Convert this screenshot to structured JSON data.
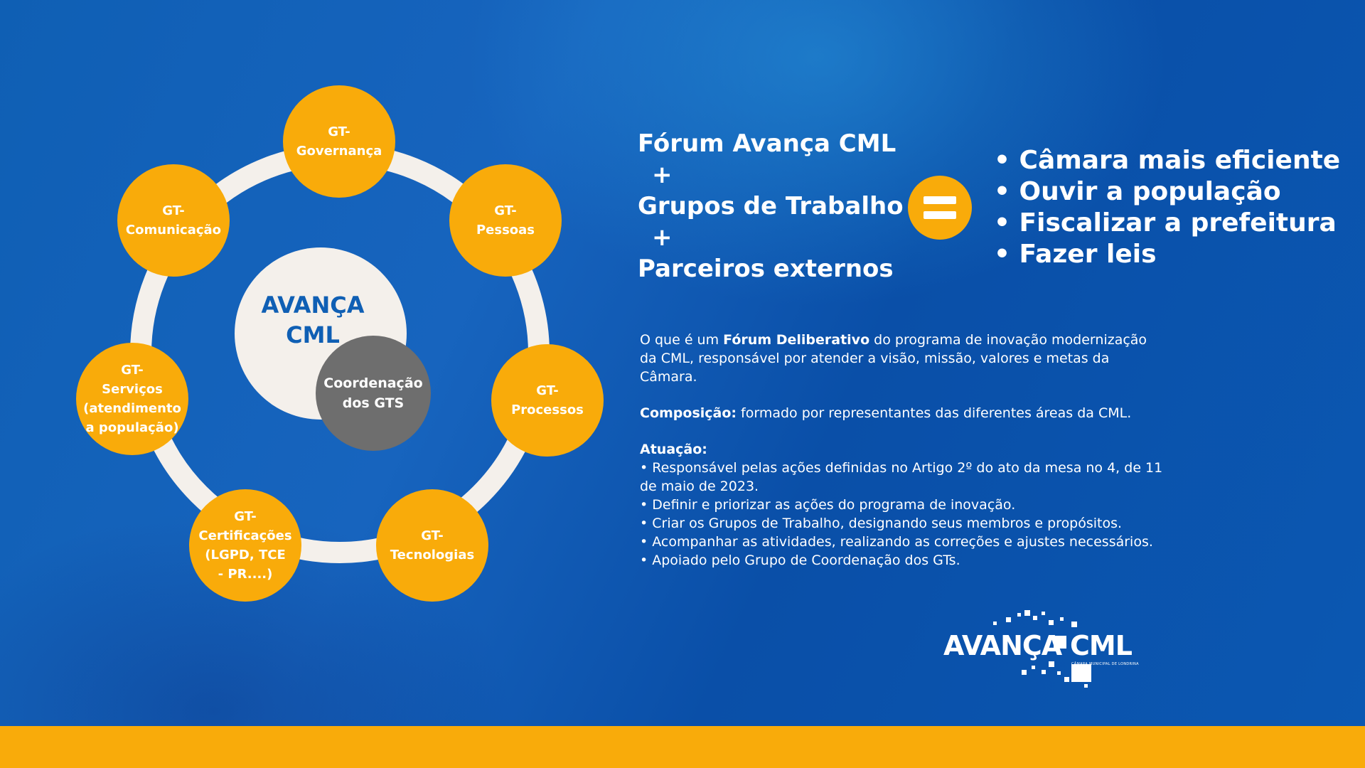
{
  "diagram": {
    "center": {
      "title_line1": "AVANÇA",
      "title_line2": "CML",
      "coordination_line1": "Coordenação",
      "coordination_line2": "dos GTS"
    },
    "groups": [
      {
        "line1": "GT-",
        "line2": "Governança"
      },
      {
        "line1": "GT-",
        "line2": "Pessoas"
      },
      {
        "line1": "GT-",
        "line2": "Processos"
      },
      {
        "line1": "GT-",
        "line2": "Tecnologias"
      },
      {
        "line1": "GT-",
        "line2": "Certificações",
        "line3": "(LGPD, TCE",
        "line4": "- PR....)"
      },
      {
        "line1": "GT-",
        "line2": "Serviços",
        "line3": "(atendimento",
        "line4": "a população)"
      },
      {
        "line1": "GT-",
        "line2": "Comunicação"
      }
    ]
  },
  "equation": {
    "terms": [
      "Fórum Avança CML",
      "Grupos de Trabalho",
      "Parceiros externos"
    ],
    "plus": "+",
    "outcomes": [
      "• Câmara mais eficiente",
      "• Ouvir a população",
      "• Fiscalizar a prefeitura",
      "• Fazer leis"
    ]
  },
  "description": {
    "intro_pre": "O que é um ",
    "intro_bold": "Fórum Deliberativo",
    "intro_post": " do programa de inovação modernização da CML, responsável por atender a visão, missão, valores e metas da Câmara.",
    "composition_label": "Composição:",
    "composition_text": " formado por representantes das diferentes áreas da CML.",
    "actuation_label": "Atuação:",
    "actuation_items": [
      "• Responsável pelas ações definidas no Artigo 2º do ato da mesa no 4, de 11 de maio de 2023.",
      "• Definir e priorizar as ações do programa de inovação.",
      "• Criar os Grupos de Trabalho, designando seus membros e propósitos.",
      "• Acompanhar as atividades, realizando as correções e ajustes necessários.",
      "• Apoiado pelo Grupo de Coordenação dos GTs."
    ]
  },
  "logo": {
    "word1": "AVANÇA",
    "word2": "CML",
    "subtitle": "CÂMARA MUNICIPAL DE LONDRINA"
  },
  "colors": {
    "accent": "#f9ab0a",
    "background": "#0f5fb4",
    "ring": "#f4f0eb",
    "coordination": "#6e6e6e"
  }
}
